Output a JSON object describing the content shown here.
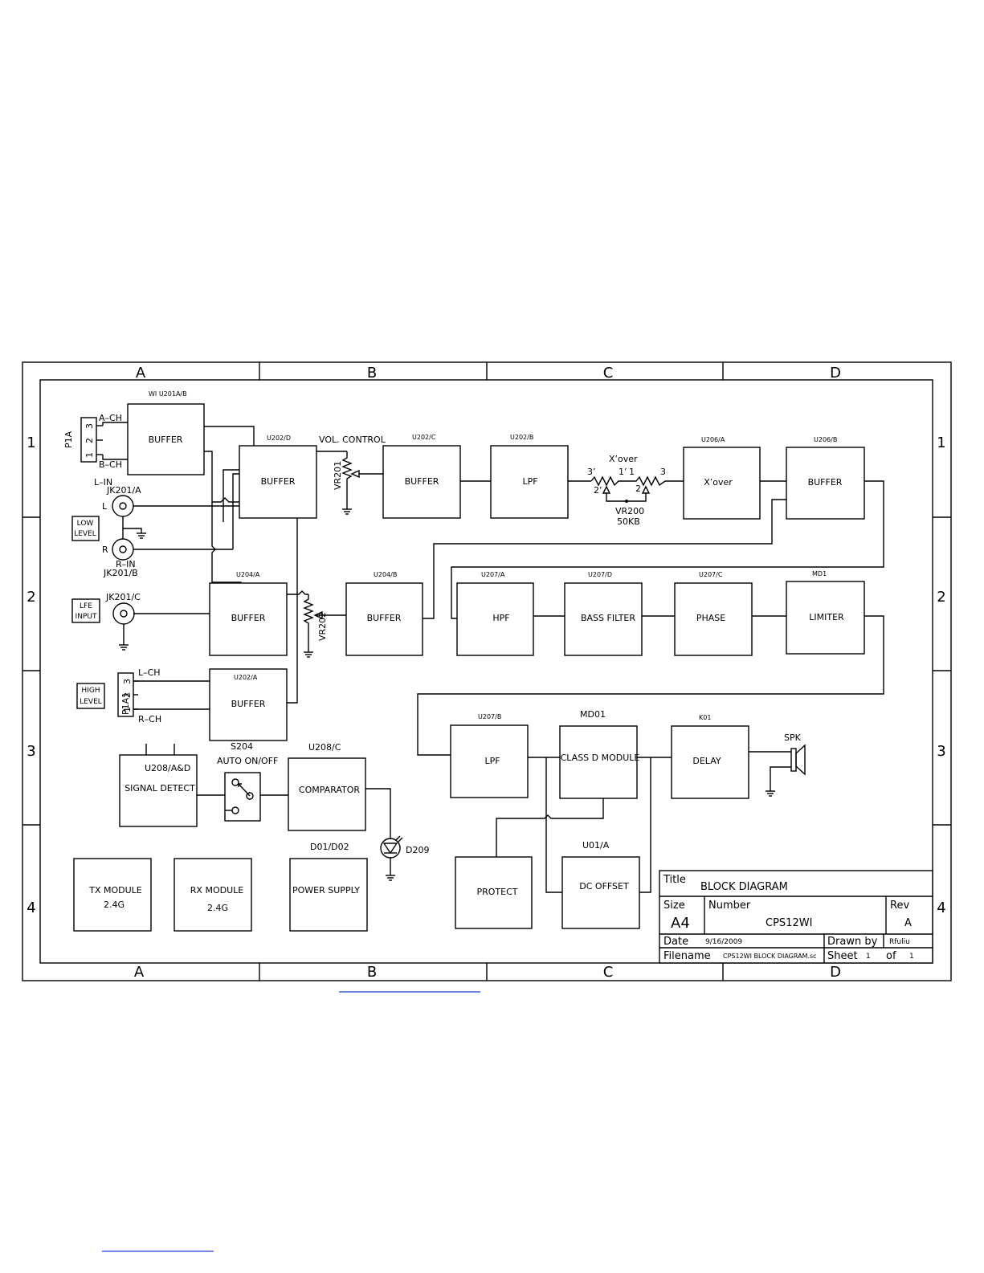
{
  "frame": {
    "cols_top": [
      "A",
      "B",
      "C",
      "D"
    ],
    "cols_bottom": [
      "A",
      "B",
      "C",
      "D"
    ],
    "rows_left": [
      "1",
      "2",
      "3",
      "4"
    ],
    "rows_right": [
      "1",
      "2",
      "3",
      "4"
    ]
  },
  "blocks": {
    "buf_u201": {
      "ref": "WI  U201A/B",
      "label": "BUFFER"
    },
    "buf_u202d": {
      "ref": "U202/D",
      "label": "BUFFER"
    },
    "buf_u202c": {
      "ref": "U202/C",
      "label": "BUFFER"
    },
    "lpf_u202b": {
      "ref": "U202/B",
      "label": "LPF"
    },
    "xover_u206a": {
      "ref": "U206/A",
      "label": "X’over"
    },
    "buf_u206b": {
      "ref": "U206/B",
      "label": "BUFFER"
    },
    "buf_u204a": {
      "ref": "U204/A",
      "label": "BUFFER"
    },
    "buf_u204b": {
      "ref": "U204/B",
      "label": "BUFFER"
    },
    "hpf_u207a": {
      "ref": "U207/A",
      "label": "HPF"
    },
    "bass_u207d": {
      "ref": "U207/D",
      "label": "BASS FILTER"
    },
    "phase_u207c": {
      "ref": "U207/C",
      "label": "PHASE"
    },
    "limiter_md1": {
      "ref": "MD1",
      "label": "LIMITER"
    },
    "buf_u202a": {
      "ref": "U202/A",
      "label": "BUFFER"
    },
    "lpf_u207b": {
      "ref": "U207/B",
      "label": "LPF"
    },
    "classd_md01": {
      "ref": "MD01",
      "label": "CLASS D MODULE"
    },
    "delay_k01": {
      "ref": "K01",
      "label": "DELAY"
    },
    "signal_u208": {
      "ref": "U208/A&D",
      "label": "SIGNAL DETECT"
    },
    "comparator_u208c": {
      "ref": "U208/C",
      "label": "COMPARATOR"
    },
    "protect": {
      "label": "PROTECT"
    },
    "dcoffset_u01a": {
      "ref": "U01/A",
      "label": "DC OFFSET"
    },
    "tx_module": {
      "label": "TX MODULE",
      "sub": "2.4G"
    },
    "rx_module": {
      "label": "RX MODULE",
      "sub": "2.4G"
    },
    "power_supply": {
      "ref": "D01/D02",
      "label": "POWER SUPPLY"
    }
  },
  "labels": {
    "p1a": "P1A",
    "p1a_pins": [
      "3",
      "2",
      "1"
    ],
    "a_ch": "A–CH",
    "b_ch": "B–CH",
    "l_in": "L–IN",
    "jk201a": "JK201/A",
    "l": "L",
    "r": "R",
    "r_in": "R–IN",
    "jk201b": "JK201/B",
    "low_level": [
      "LOW",
      "LEVEL"
    ],
    "lfe_input": [
      "LFE",
      "INPUT"
    ],
    "jk201c": "JK201/C",
    "high_level": [
      "HIGH",
      "LEVEL"
    ],
    "p1a1": "P1A1",
    "p1a1_pins": [
      "3",
      "2",
      "1"
    ],
    "l_ch": "L–CH",
    "r_ch": "R–CH",
    "vol_control": "VOL. CONTROL",
    "vr201": "VR201",
    "vr202": "VR202",
    "xover_title": "X’over",
    "pot_3p": "3’",
    "pot_1p": "1’",
    "pot_1": "1",
    "pot_3": "3",
    "pot_2p": "2’",
    "pot_2": "2",
    "vr200": "VR200",
    "vr200_val": "50KB",
    "s204": "S204",
    "auto_onoff": "AUTO ON/OFF",
    "d209": "D209",
    "spk": "SPK"
  },
  "title_block": {
    "title_label": "Title",
    "title": "BLOCK DIAGRAM",
    "size_label": "Size",
    "size": "A4",
    "number_label": "Number",
    "number": "CPS12WI",
    "rev_label": "Rev",
    "rev": "A",
    "date_label": "Date",
    "date": "9/16/2009",
    "drawn_by_label": "Drawn by",
    "drawn_by": "Rfuliu",
    "filename_label": "Filename",
    "filename": "CPS12WI BLOCK DIAGRAM.sc",
    "sheet_label": "Sheet",
    "sheet": "1",
    "of_label": "of",
    "of": "1"
  }
}
